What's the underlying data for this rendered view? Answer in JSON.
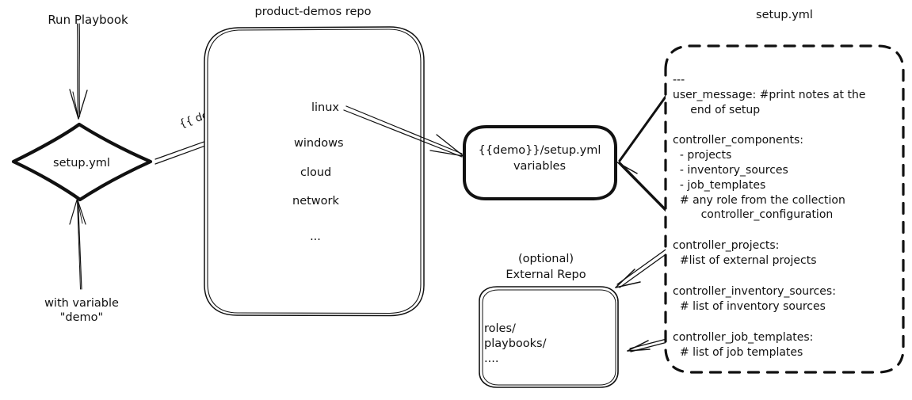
{
  "diagram": {
    "type": "flow-diagram",
    "style": "hand-drawn-sketch",
    "background_color": "#ffffff",
    "stroke_color": "#111111"
  },
  "labels": {
    "run_playbook": "Run Playbook",
    "with_variable_line1": "with variable",
    "with_variable_line2": "\"demo\"",
    "demo_var_on_arrow": "{{ demo }}",
    "repo_title": "product-demos repo",
    "external_repo_line1": "(optional)",
    "external_repo_line2": "External Repo",
    "setup_yml_box_title": "setup.yml"
  },
  "nodes": {
    "start_diamond": {
      "shape": "diamond",
      "label": "setup.yml"
    },
    "vars_box": {
      "shape": "rounded-rect-thick",
      "line1": "{{demo}}/setup.yml",
      "line2": "variables"
    },
    "repo_box": {
      "shape": "rounded-rect",
      "items": [
        "linux",
        "windows",
        "cloud",
        "network",
        "..."
      ]
    },
    "external_repo_box": {
      "shape": "rounded-rect",
      "items": [
        "roles/",
        "playbooks/",
        "...."
      ]
    },
    "setup_yml_box": {
      "shape": "rounded-rect-dashed",
      "lines": [
        "---",
        "user_message: #print notes at the",
        "     end of setup",
        "",
        "controller_components:",
        "  - projects",
        "  - inventory_sources",
        "  - job_templates",
        "  # any role from the collection",
        "        controller_configuration",
        "",
        "controller_projects:",
        "  #list of external projects",
        "",
        "controller_inventory_sources:",
        "  # list of inventory sources",
        "",
        "controller_job_templates:",
        "  # list of job templates"
      ]
    }
  },
  "edges": [
    {
      "name": "run-playbook-to-setup",
      "from": "Run Playbook",
      "to": "setup.yml",
      "label": ""
    },
    {
      "name": "with-variable-to-setup",
      "from": "with variable \"demo\"",
      "to": "setup.yml",
      "label": ""
    },
    {
      "name": "setup-to-linux",
      "from": "setup.yml",
      "to": "linux",
      "label": "{{ demo }}"
    },
    {
      "name": "linux-to-vars",
      "from": "linux",
      "to": "{{demo}}/setup.yml variables",
      "label": ""
    },
    {
      "name": "setupyml-to-vars",
      "from": "setup.yml box",
      "to": "{{demo}}/setup.yml variables",
      "label": ""
    },
    {
      "name": "projects-to-external-repo",
      "from": "controller_projects",
      "to": "External Repo",
      "label": ""
    },
    {
      "name": "jobtemplates-to-external-repo",
      "from": "controller_job_templates",
      "to": "External Repo",
      "label": ""
    }
  ]
}
